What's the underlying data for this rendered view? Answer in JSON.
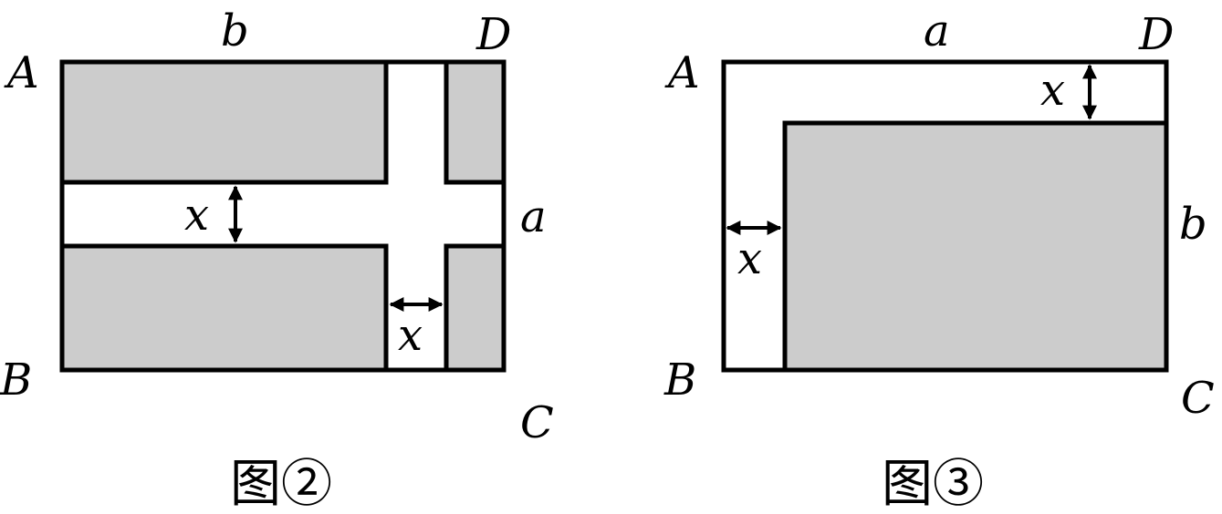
{
  "colors": {
    "shade": "#cccccc",
    "stroke": "#000000",
    "background": "#ffffff"
  },
  "figure2": {
    "caption": "图②",
    "vertex_a": "A",
    "vertex_b": "B",
    "vertex_c": "C",
    "vertex_d": "D",
    "top_side": "b",
    "right_side": "a",
    "road_width_horizontal": "x",
    "road_width_vertical": "x"
  },
  "figure3": {
    "caption": "图③",
    "vertex_a": "A",
    "vertex_b": "B",
    "vertex_c": "C",
    "vertex_d": "D",
    "top_side": "a",
    "right_side": "b",
    "strip_width_top": "x",
    "strip_width_left": "x"
  }
}
